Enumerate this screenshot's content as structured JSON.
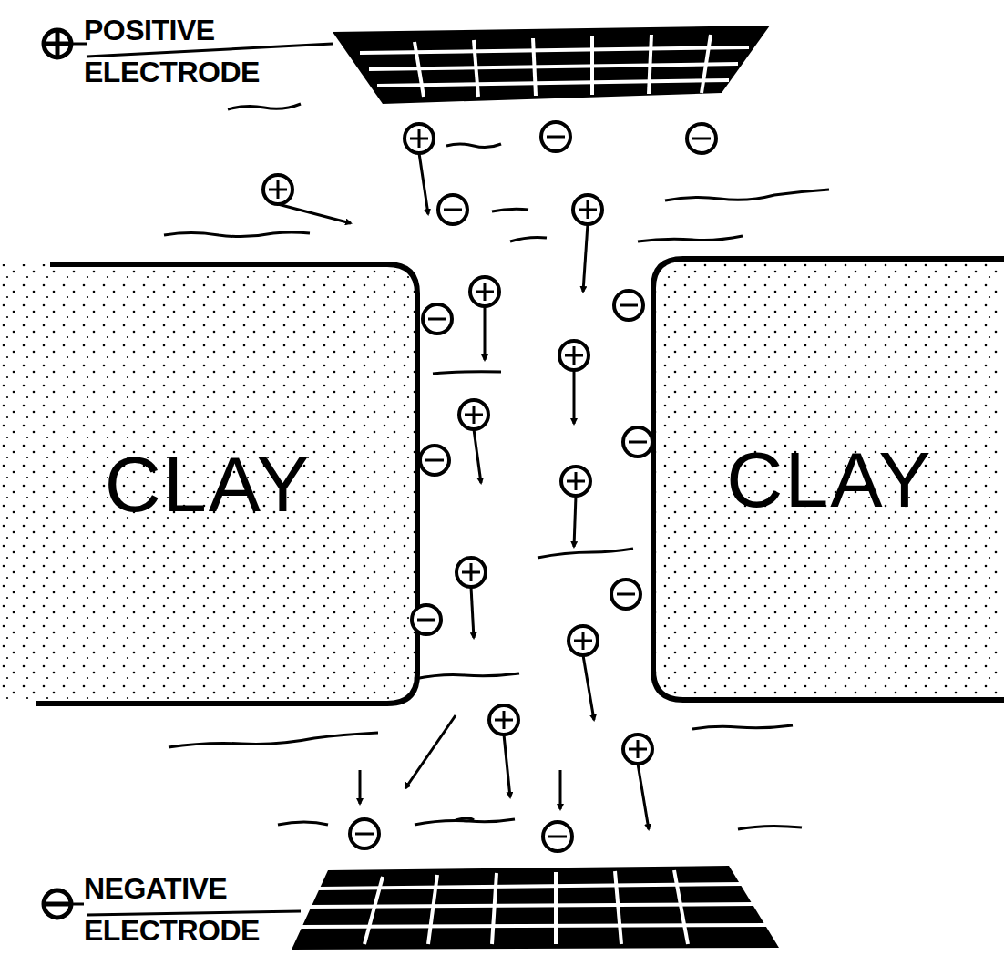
{
  "diagram": {
    "nodes": [
      {
        "text": [
          "POSITIVE ELECTRODE"
        ]
      },
      {
        "text": [
          "CLAY"
        ]
      },
      {
        "text": [
          "CLAY"
        ]
      },
      {
        "text": [
          "NEGATIVE ELECTRODE"
        ]
      }
    ]
  }
}
